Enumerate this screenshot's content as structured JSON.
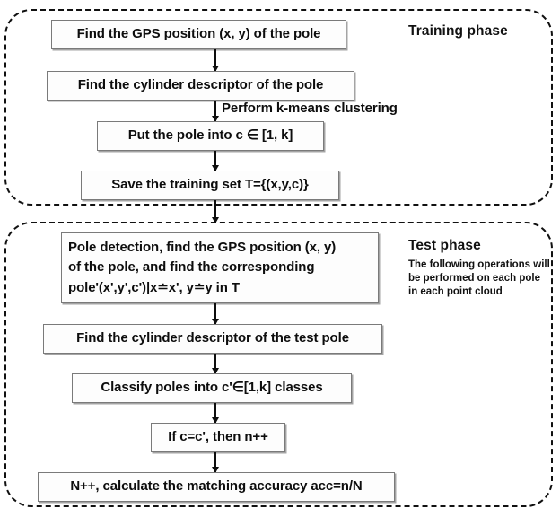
{
  "diagram": {
    "title": "Pole matching training and test flowchart",
    "phases": [
      {
        "id": "training",
        "title": "Training phase",
        "note": "",
        "steps": [
          {
            "id": "find-gps-position",
            "label": "Find the GPS position (x, y) of the pole"
          },
          {
            "id": "find-cylinder-descriptor",
            "label": "Find the cylinder descriptor of the pole"
          },
          {
            "id": "put-pole-into-cluster",
            "label": "Put the pole into c ∈ [1, k]"
          },
          {
            "id": "save-training-set",
            "label": "Save the training set T={(x,y,c)}"
          }
        ],
        "edge_labels": [
          {
            "id": "perform-kmeans",
            "label": "Perform k-means clustering"
          }
        ]
      },
      {
        "id": "test",
        "title": "Test phase",
        "note": "The following operations will be performed on each pole in each point cloud",
        "steps": [
          {
            "id": "pole-detection",
            "label": "Pole detection, find the GPS position (x, y)\nof the pole, and find the corresponding\npole'(x',y',c')|x≐x', y≐y in T"
          },
          {
            "id": "find-test-cylinder-descriptor",
            "label": "Find the cylinder descriptor of the test pole"
          },
          {
            "id": "classify-poles",
            "label": "Classify poles into c'∈[1,k] classes"
          },
          {
            "id": "count-match",
            "label": "If c=c', then n++"
          },
          {
            "id": "calculate-accuracy",
            "label": "N++, calculate the matching accuracy acc=n/N"
          }
        ],
        "edge_labels": []
      }
    ],
    "colors": {
      "box_border": "#7a7a7a",
      "box_fill": "#fdfdfd",
      "phase_border": "#111111",
      "text": "#0d0d0d",
      "arrow": "#0d0d0d"
    }
  }
}
